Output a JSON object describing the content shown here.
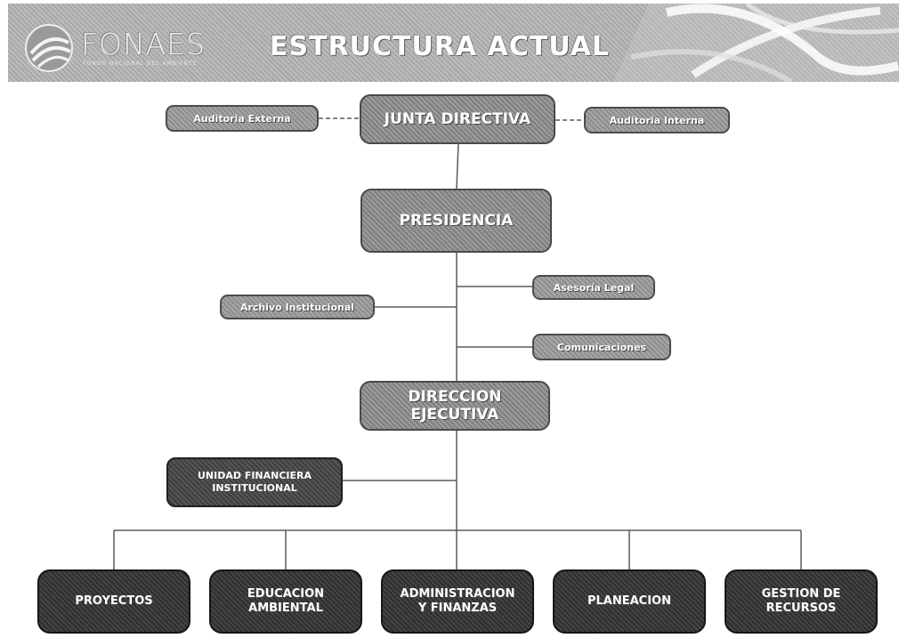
{
  "header": {
    "logo_text": "FONAES",
    "logo_subtitle": "FONDO NACIONAL DEL AMBIENTE",
    "title": "ESTRUCTURA ACTUAL"
  },
  "chart": {
    "top": {
      "junta": "JUNTA DIRECTIVA",
      "auditoria_externa": "Auditoria Externa",
      "auditoria_interna": "Auditoria Interna"
    },
    "presidencia": "PRESIDENCIA",
    "staff": {
      "archivo": "Archivo Institucional",
      "asesoria": "Asesoría Legal",
      "comunicaciones": "Comunicaciones"
    },
    "direccion": {
      "line1": "DIRECCION",
      "line2": "EJECUTIVA"
    },
    "unidad": {
      "line1": "UNIDAD FINANCIERA",
      "line2": "INSTITUCIONAL"
    },
    "departments": [
      {
        "line1": "PROYECTOS",
        "line2": ""
      },
      {
        "line1": "EDUCACION",
        "line2": "AMBIENTAL"
      },
      {
        "line1": "ADMINISTRACION",
        "line2": "Y FINANZAS"
      },
      {
        "line1": "PLANEACION",
        "line2": ""
      },
      {
        "line1": "GESTION DE",
        "line2": "RECURSOS"
      }
    ]
  },
  "colors": {
    "header_gray": "#b2b2b2",
    "box_light": "#9a9a9a",
    "box_dark": "#3a3a3a",
    "line": "#555555"
  }
}
